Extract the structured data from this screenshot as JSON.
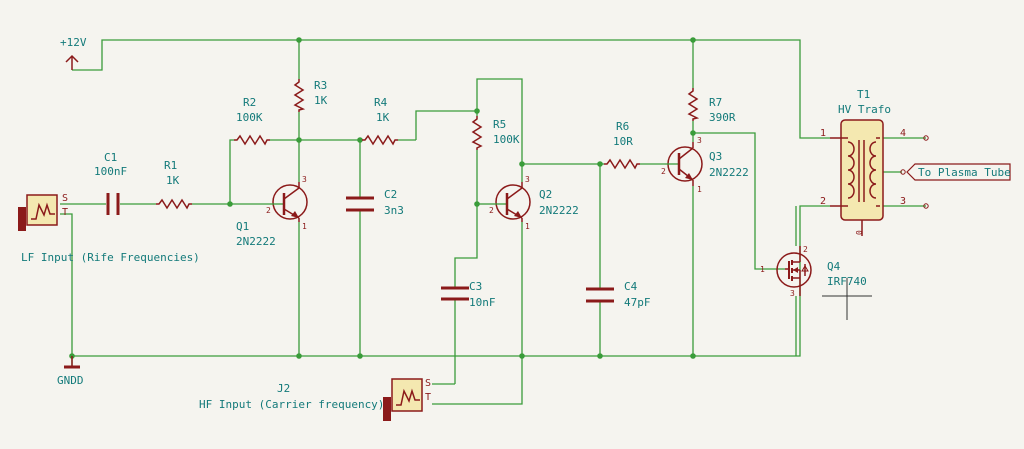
{
  "power": {
    "vcc": "+12V",
    "gnd": "GNDD"
  },
  "connectors": {
    "j1": {
      "label": "LF Input (Rife Frequencies)",
      "pin_s": "S",
      "pin_t": "T"
    },
    "j2": {
      "ref": "J2",
      "label": "HF Input (Carrier frequency)",
      "pin_s": "S",
      "pin_t": "T"
    }
  },
  "components": {
    "c1": {
      "ref": "C1",
      "value": "100nF"
    },
    "r1": {
      "ref": "R1",
      "value": "1K"
    },
    "r2": {
      "ref": "R2",
      "value": "100K"
    },
    "r3": {
      "ref": "R3",
      "value": "1K"
    },
    "q1": {
      "ref": "Q1",
      "value": "2N2222"
    },
    "r4": {
      "ref": "R4",
      "value": "1K"
    },
    "c2": {
      "ref": "C2",
      "value": "3n3"
    },
    "r5": {
      "ref": "R5",
      "value": "100K"
    },
    "q2": {
      "ref": "Q2",
      "value": "2N2222"
    },
    "c3": {
      "ref": "C3",
      "value": "10nF"
    },
    "r6": {
      "ref": "R6",
      "value": "10R"
    },
    "c4": {
      "ref": "C4",
      "value": "47pF"
    },
    "r7": {
      "ref": "R7",
      "value": "390R"
    },
    "q3": {
      "ref": "Q3",
      "value": "2N2222"
    },
    "q4": {
      "ref": "Q4",
      "value": "IRF740"
    },
    "t1": {
      "ref": "T1",
      "value": "HV Trafo"
    }
  },
  "output_label": "To Plasma Tube",
  "pins": {
    "bjt_base": "2",
    "bjt_collector": "3",
    "bjt_emitter": "1",
    "fet_gate": "1",
    "fet_drain": "2",
    "fet_source": "3",
    "t1_p1": "1",
    "t1_p2": "2",
    "t1_s1": "4",
    "t1_s2": "3",
    "t1_core": "0"
  }
}
